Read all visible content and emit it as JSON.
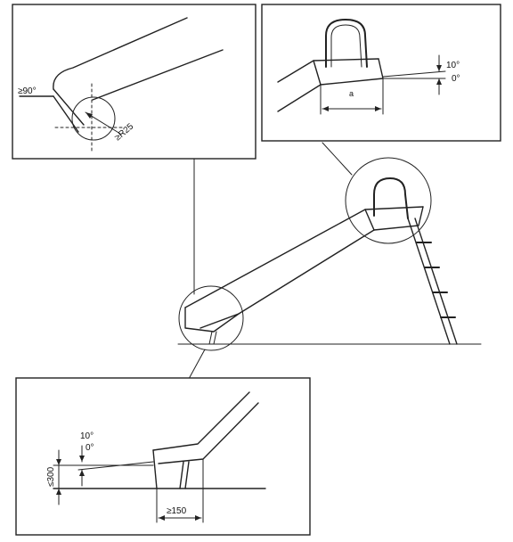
{
  "detail_top_left": {
    "angle_label": "≥90°",
    "radius_label": "≥R25"
  },
  "detail_top_right": {
    "angle_max_label": "10°",
    "angle_min_label": "0°",
    "dimension_label": "a"
  },
  "detail_bottom": {
    "angle_max_label": "10°",
    "angle_min_label": "0°",
    "height_label": "≤300",
    "length_label": "≥150"
  }
}
